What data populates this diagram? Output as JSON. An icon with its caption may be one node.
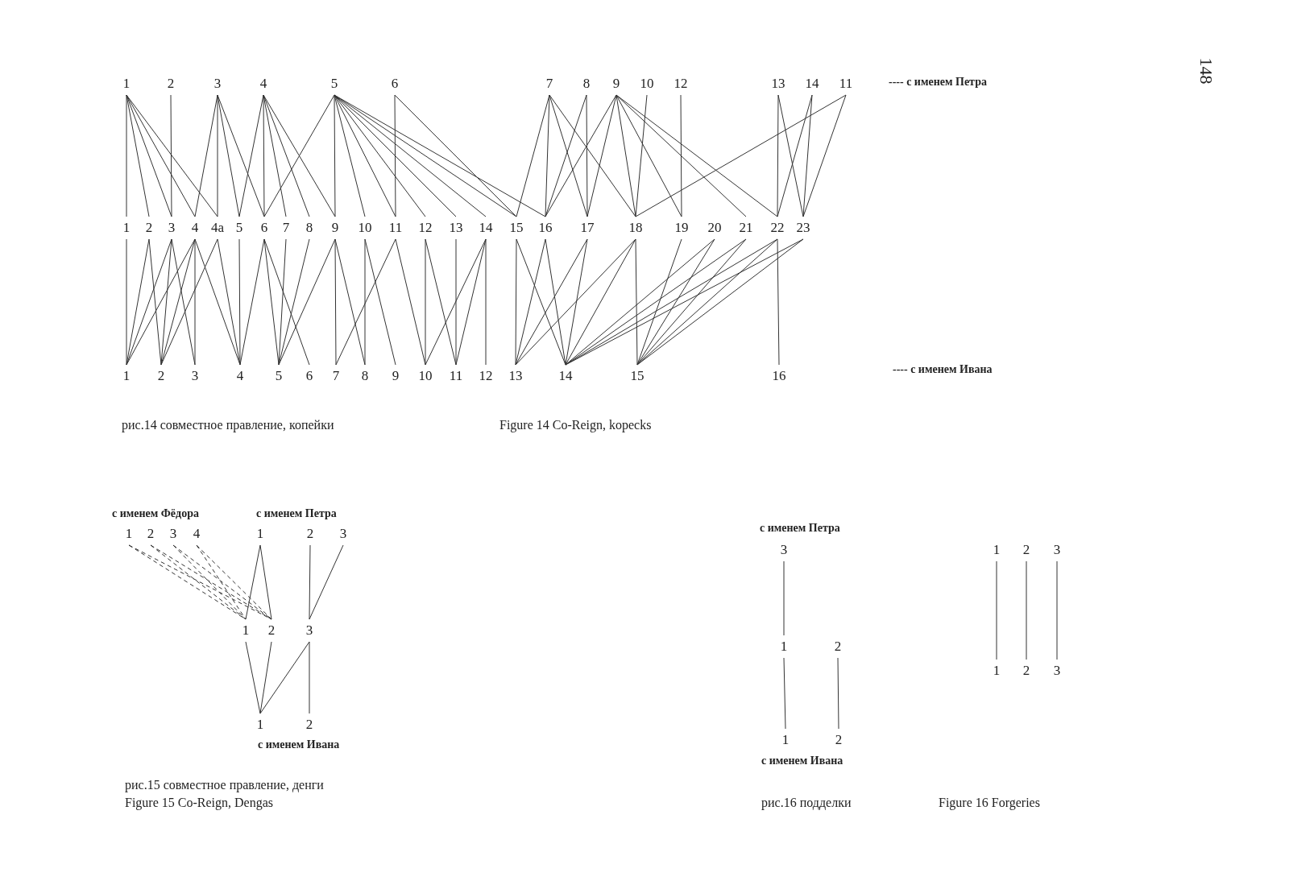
{
  "diagram": {
    "nodes": [
      {
        "text": [
          "1"
        ]
      },
      {
        "text": [
          "2"
        ]
      },
      {
        "text": [
          "3"
        ]
      },
      {
        "text": [
          "4"
        ]
      },
      {
        "text": [
          "5"
        ]
      },
      {
        "text": [
          "6"
        ]
      },
      {
        "text": [
          "7"
        ]
      },
      {
        "text": [
          "8"
        ]
      },
      {
        "text": [
          "9"
        ]
      },
      {
        "text": [
          "10"
        ]
      },
      {
        "text": [
          "12"
        ]
      },
      {
        "text": [
          "13"
        ]
      },
      {
        "text": [
          "14"
        ]
      },
      {
        "text": [
          "11"
        ]
      },
      {
        "text": [
          "1"
        ]
      },
      {
        "text": [
          "2"
        ]
      },
      {
        "text": [
          "3"
        ]
      },
      {
        "text": [
          "4"
        ]
      },
      {
        "text": [
          "4a"
        ]
      },
      {
        "text": [
          "5"
        ]
      },
      {
        "text": [
          "6"
        ]
      },
      {
        "text": [
          "7"
        ]
      },
      {
        "text": [
          "8"
        ]
      },
      {
        "text": [
          "9"
        ]
      },
      {
        "text": [
          "10"
        ]
      },
      {
        "text": [
          "11"
        ]
      },
      {
        "text": [
          "12"
        ]
      },
      {
        "text": [
          "13"
        ]
      },
      {
        "text": [
          "14"
        ]
      },
      {
        "text": [
          "15"
        ]
      },
      {
        "text": [
          "16"
        ]
      },
      {
        "text": [
          "17"
        ]
      },
      {
        "text": [
          "18"
        ]
      },
      {
        "text": [
          "19"
        ]
      },
      {
        "text": [
          "20"
        ]
      },
      {
        "text": [
          "21"
        ]
      },
      {
        "text": [
          "22"
        ]
      },
      {
        "text": [
          "23"
        ]
      },
      {
        "text": [
          "1"
        ]
      },
      {
        "text": [
          "2"
        ]
      },
      {
        "text": [
          "3"
        ]
      },
      {
        "text": [
          "4"
        ]
      },
      {
        "text": [
          "5"
        ]
      },
      {
        "text": [
          "6"
        ]
      },
      {
        "text": [
          "7"
        ]
      },
      {
        "text": [
          "8"
        ]
      },
      {
        "text": [
          "9"
        ]
      },
      {
        "text": [
          "10"
        ]
      },
      {
        "text": [
          "11"
        ]
      },
      {
        "text": [
          "12"
        ]
      },
      {
        "text": [
          "13"
        ]
      },
      {
        "text": [
          "14"
        ]
      },
      {
        "text": [
          "15"
        ]
      },
      {
        "text": [
          "16"
        ]
      },
      {
        "text": [
          "1"
        ]
      },
      {
        "text": [
          "2"
        ]
      },
      {
        "text": [
          "3"
        ]
      },
      {
        "text": [
          "4"
        ]
      },
      {
        "text": [
          "1"
        ]
      },
      {
        "text": [
          "2"
        ]
      },
      {
        "text": [
          "3"
        ]
      },
      {
        "text": [
          "1"
        ]
      },
      {
        "text": [
          "2"
        ]
      },
      {
        "text": [
          "3"
        ]
      },
      {
        "text": [
          "1"
        ]
      },
      {
        "text": [
          "2"
        ]
      },
      {
        "text": [
          "3"
        ]
      },
      {
        "text": [
          "1"
        ]
      },
      {
        "text": [
          "2"
        ]
      },
      {
        "text": [
          "3"
        ]
      },
      {
        "text": [
          "1"
        ]
      },
      {
        "text": [
          "2"
        ]
      },
      {
        "text": [
          "1"
        ]
      },
      {
        "text": [
          "2"
        ]
      },
      {
        "text": [
          "3"
        ]
      },
      {
        "text": [
          "1"
        ]
      },
      {
        "text": [
          "2"
        ]
      }
    ],
    "edges": [
      {
        "from": 0,
        "to": 14,
        "arrow": "none"
      },
      {
        "from": 0,
        "to": 15,
        "arrow": "none"
      },
      {
        "from": 0,
        "to": 16,
        "arrow": "none"
      },
      {
        "from": 0,
        "to": 17,
        "arrow": "none"
      },
      {
        "from": 0,
        "to": 18,
        "arrow": "none"
      },
      {
        "from": 1,
        "to": 16,
        "arrow": "none"
      },
      {
        "from": 2,
        "to": 17,
        "arrow": "none"
      },
      {
        "from": 2,
        "to": 18,
        "arrow": "none"
      },
      {
        "from": 2,
        "to": 19,
        "arrow": "none"
      },
      {
        "from": 2,
        "to": 20,
        "arrow": "none"
      },
      {
        "from": 3,
        "to": 19,
        "arrow": "none"
      },
      {
        "from": 3,
        "to": 20,
        "arrow": "none"
      },
      {
        "from": 3,
        "to": 21,
        "arrow": "none"
      },
      {
        "from": 3,
        "to": 22,
        "arrow": "none"
      },
      {
        "from": 3,
        "to": 23,
        "arrow": "none"
      },
      {
        "from": 4,
        "to": 20,
        "arrow": "none"
      },
      {
        "from": 4,
        "to": 23,
        "arrow": "none"
      },
      {
        "from": 4,
        "to": 24,
        "arrow": "none"
      },
      {
        "from": 4,
        "to": 25,
        "arrow": "none"
      },
      {
        "from": 4,
        "to": 26,
        "arrow": "none"
      },
      {
        "from": 4,
        "to": 27,
        "arrow": "none"
      },
      {
        "from": 4,
        "to": 28,
        "arrow": "none"
      },
      {
        "from": 4,
        "to": 29,
        "arrow": "none"
      },
      {
        "from": 4,
        "to": 30,
        "arrow": "none"
      },
      {
        "from": 5,
        "to": 25,
        "arrow": "none"
      },
      {
        "from": 5,
        "to": 29,
        "arrow": "none"
      },
      {
        "from": 6,
        "to": 29,
        "arrow": "none"
      },
      {
        "from": 6,
        "to": 30,
        "arrow": "none"
      },
      {
        "from": 6,
        "to": 31,
        "arrow": "none"
      },
      {
        "from": 6,
        "to": 32,
        "arrow": "none"
      },
      {
        "from": 7,
        "to": 30,
        "arrow": "none"
      },
      {
        "from": 7,
        "to": 31,
        "arrow": "none"
      },
      {
        "from": 8,
        "to": 30,
        "arrow": "none"
      },
      {
        "from": 8,
        "to": 31,
        "arrow": "none"
      },
      {
        "from": 8,
        "to": 32,
        "arrow": "none"
      },
      {
        "from": 8,
        "to": 33,
        "arrow": "none"
      },
      {
        "from": 8,
        "to": 35,
        "arrow": "none"
      },
      {
        "from": 8,
        "to": 36,
        "arrow": "none"
      },
      {
        "from": 9,
        "to": 32,
        "arrow": "none"
      },
      {
        "from": 10,
        "to": 33,
        "arrow": "none"
      },
      {
        "from": 11,
        "to": 36,
        "arrow": "none"
      },
      {
        "from": 11,
        "to": 37,
        "arrow": "none"
      },
      {
        "from": 12,
        "to": 36,
        "arrow": "none"
      },
      {
        "from": 12,
        "to": 37,
        "arrow": "none"
      },
      {
        "from": 13,
        "to": 32,
        "arrow": "none"
      },
      {
        "from": 13,
        "to": 37,
        "arrow": "none"
      },
      {
        "from": 14,
        "to": 38,
        "arrow": "none"
      },
      {
        "from": 15,
        "to": 38,
        "arrow": "none"
      },
      {
        "from": 15,
        "to": 39,
        "arrow": "none"
      },
      {
        "from": 16,
        "to": 38,
        "arrow": "none"
      },
      {
        "from": 16,
        "to": 39,
        "arrow": "none"
      },
      {
        "from": 16,
        "to": 40,
        "arrow": "none"
      },
      {
        "from": 17,
        "to": 38,
        "arrow": "none"
      },
      {
        "from": 17,
        "to": 39,
        "arrow": "none"
      },
      {
        "from": 17,
        "to": 40,
        "arrow": "none"
      },
      {
        "from": 17,
        "to": 41,
        "arrow": "none"
      },
      {
        "from": 18,
        "to": 39,
        "arrow": "none"
      },
      {
        "from": 18,
        "to": 41,
        "arrow": "none"
      },
      {
        "from": 19,
        "to": 41,
        "arrow": "none"
      },
      {
        "from": 20,
        "to": 41,
        "arrow": "none"
      },
      {
        "from": 20,
        "to": 42,
        "arrow": "none"
      },
      {
        "from": 20,
        "to": 43,
        "arrow": "none"
      },
      {
        "from": 21,
        "to": 42,
        "arrow": "none"
      },
      {
        "from": 22,
        "to": 42,
        "arrow": "none"
      },
      {
        "from": 23,
        "to": 42,
        "arrow": "none"
      },
      {
        "from": 23,
        "to": 44,
        "arrow": "none"
      },
      {
        "from": 23,
        "to": 45,
        "arrow": "none"
      },
      {
        "from": 24,
        "to": 45,
        "arrow": "none"
      },
      {
        "from": 24,
        "to": 46,
        "arrow": "none"
      },
      {
        "from": 25,
        "to": 44,
        "arrow": "none"
      },
      {
        "from": 25,
        "to": 47,
        "arrow": "none"
      },
      {
        "from": 26,
        "to": 47,
        "arrow": "none"
      },
      {
        "from": 26,
        "to": 48,
        "arrow": "none"
      },
      {
        "from": 27,
        "to": 48,
        "arrow": "none"
      },
      {
        "from": 28,
        "to": 47,
        "arrow": "none"
      },
      {
        "from": 28,
        "to": 48,
        "arrow": "none"
      },
      {
        "from": 28,
        "to": 49,
        "arrow": "none"
      },
      {
        "from": 29,
        "to": 50,
        "arrow": "none"
      },
      {
        "from": 29,
        "to": 51,
        "arrow": "none"
      },
      {
        "from": 30,
        "to": 50,
        "arrow": "none"
      },
      {
        "from": 30,
        "to": 51,
        "arrow": "none"
      },
      {
        "from": 31,
        "to": 50,
        "arrow": "none"
      },
      {
        "from": 31,
        "to": 51,
        "arrow": "none"
      },
      {
        "from": 32,
        "to": 50,
        "arrow": "none"
      },
      {
        "from": 32,
        "to": 51,
        "arrow": "none"
      },
      {
        "from": 32,
        "to": 52,
        "arrow": "none"
      },
      {
        "from": 33,
        "to": 52,
        "arrow": "none"
      },
      {
        "from": 34,
        "to": 51,
        "arrow": "none"
      },
      {
        "from": 34,
        "to": 52,
        "arrow": "none"
      },
      {
        "from": 35,
        "to": 51,
        "arrow": "none"
      },
      {
        "from": 35,
        "to": 52,
        "arrow": "none"
      },
      {
        "from": 36,
        "to": 51,
        "arrow": "none"
      },
      {
        "from": 36,
        "to": 52,
        "arrow": "none"
      },
      {
        "from": 36,
        "to": 53,
        "arrow": "none"
      },
      {
        "from": 37,
        "to": 51,
        "arrow": "none"
      },
      {
        "from": 37,
        "to": 52,
        "arrow": "none"
      },
      {
        "from": 54,
        "to": 61,
        "arrow": "none",
        "style": "dashed"
      },
      {
        "from": 54,
        "to": 62,
        "arrow": "none",
        "style": "dashed"
      },
      {
        "from": 55,
        "to": 61,
        "arrow": "none",
        "style": "dashed"
      },
      {
        "from": 55,
        "to": 62,
        "arrow": "none",
        "style": "dashed"
      },
      {
        "from": 56,
        "to": 61,
        "arrow": "none",
        "style": "dashed"
      },
      {
        "from": 56,
        "to": 62,
        "arrow": "none",
        "style": "dashed"
      },
      {
        "from": 57,
        "to": 61,
        "arrow": "none",
        "style": "dashed"
      },
      {
        "from": 57,
        "to": 62,
        "arrow": "none",
        "style": "dashed"
      },
      {
        "from": 58,
        "to": 61,
        "arrow": "none"
      },
      {
        "from": 58,
        "to": 62,
        "arrow": "none"
      },
      {
        "from": 59,
        "to": 63,
        "arrow": "none"
      },
      {
        "from": 60,
        "to": 63,
        "arrow": "none"
      },
      {
        "from": 61,
        "to": 64,
        "arrow": "none"
      },
      {
        "from": 62,
        "to": 64,
        "arrow": "none"
      },
      {
        "from": 63,
        "to": 64,
        "arrow": "none"
      },
      {
        "from": 63,
        "to": 65,
        "arrow": "none"
      },
      {
        "from": 66,
        "to": 70,
        "arrow": "none"
      },
      {
        "from": 70,
        "to": 75,
        "arrow": "none"
      },
      {
        "from": 71,
        "to": 76,
        "arrow": "none"
      },
      {
        "from": 67,
        "to": 72,
        "arrow": "none"
      },
      {
        "from": 68,
        "to": 73,
        "arrow": "none"
      },
      {
        "from": 69,
        "to": 74,
        "arrow": "none"
      }
    ],
    "labels": [
      "148",
      "---- с именем Петра",
      "---- с именем Ивана",
      "рис.14 совместное правление, копейки",
      "Figure 14 Co-Reign, kopecks",
      "с именем Фёдора",
      "с именем Петра",
      "с именем Петра",
      "с именем Ивана",
      "с именем Ивана",
      "рис.15 совместное правление, денги",
      "Figure 15 Co-Reign, Dengas",
      "рис.16 подделки",
      "Figure 16 Forgeries"
    ]
  }
}
